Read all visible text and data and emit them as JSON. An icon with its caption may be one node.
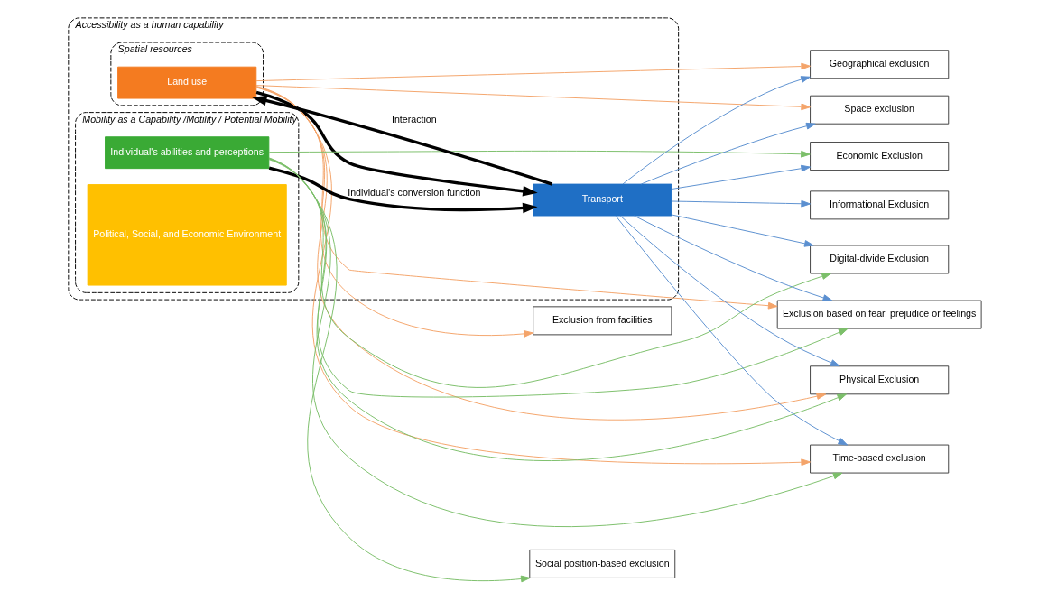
{
  "diagram": {
    "nodes": [
      {
        "text": [
          "Accessibility as a human capability"
        ]
      },
      {
        "text": [
          "Spatial resources"
        ],
        "in": 0
      },
      {
        "text": [
          "Land use"
        ],
        "in": 1
      },
      {
        "text": [
          "Mobility as a Capability /Motility / Potential Mobility"
        ],
        "in": 0
      },
      {
        "text": [
          "Transport"
        ],
        "in": 0
      },
      {
        "text": [
          "Political, Social, and Economic Environment"
        ],
        "in": 3
      },
      {
        "text": [
          "Individual's abilities and perceptions"
        ],
        "in": 3
      },
      {
        "text": [
          "Exclusion from facilities"
        ]
      },
      {
        "text": [
          "Geographical exclusion"
        ]
      },
      {
        "text": [
          "Space exclusion"
        ]
      },
      {
        "text": [
          "Physical Exclusion"
        ]
      },
      {
        "text": [
          "Time-based exclusion"
        ]
      },
      {
        "text": [
          "Exclusion based on fear, prejudice or feelings"
        ]
      },
      {
        "text": [
          "Informational Exclusion"
        ]
      },
      {
        "text": [
          "Economic Exclusion"
        ]
      },
      {
        "text": [
          "Digital-divide Exclusion"
        ]
      },
      {
        "text": [
          "Social position-based exclusion"
        ]
      }
    ],
    "edges": [
      {
        "from": 4,
        "to": 2,
        "arrow": "to",
        "label": "Interaction",
        "style": "thick",
        "color": "#000000"
      },
      {
        "from": 2,
        "to": 4,
        "arrow": "to",
        "style": "thick",
        "color": "#000000"
      },
      {
        "from": 6,
        "to": 4,
        "arrow": "to",
        "label": "Individual's conversion function",
        "style": "thick",
        "color": "#000000"
      },
      {
        "from": 2,
        "to": 7,
        "arrow": "to",
        "color": "#f4a46a"
      },
      {
        "from": 2,
        "to": 8,
        "arrow": "to",
        "color": "#f4a46a"
      },
      {
        "from": 2,
        "to": 9,
        "arrow": "to",
        "color": "#f4a46a"
      },
      {
        "from": 2,
        "to": 10,
        "arrow": "to",
        "color": "#f4a46a"
      },
      {
        "from": 2,
        "to": 11,
        "arrow": "to",
        "color": "#f4a46a"
      },
      {
        "from": 2,
        "to": 12,
        "arrow": "to",
        "color": "#f4a46a"
      },
      {
        "from": 4,
        "to": 8,
        "arrow": "to",
        "color": "#5b8fd0"
      },
      {
        "from": 4,
        "to": 9,
        "arrow": "to",
        "color": "#5b8fd0"
      },
      {
        "from": 4,
        "to": 10,
        "arrow": "to",
        "color": "#5b8fd0"
      },
      {
        "from": 4,
        "to": 11,
        "arrow": "to",
        "color": "#5b8fd0"
      },
      {
        "from": 4,
        "to": 12,
        "arrow": "to",
        "color": "#5b8fd0"
      },
      {
        "from": 4,
        "to": 13,
        "arrow": "to",
        "color": "#5b8fd0"
      },
      {
        "from": 4,
        "to": 14,
        "arrow": "to",
        "color": "#5b8fd0"
      },
      {
        "from": 4,
        "to": 15,
        "arrow": "to",
        "color": "#5b8fd0"
      },
      {
        "from": 6,
        "to": 10,
        "arrow": "to",
        "color": "#7cbf6a"
      },
      {
        "from": 6,
        "to": 11,
        "arrow": "to",
        "color": "#7cbf6a"
      },
      {
        "from": 6,
        "to": 12,
        "arrow": "to",
        "color": "#7cbf6a"
      },
      {
        "from": 6,
        "to": 14,
        "arrow": "to",
        "color": "#7cbf6a"
      },
      {
        "from": 6,
        "to": 15,
        "arrow": "to",
        "color": "#7cbf6a"
      },
      {
        "from": 6,
        "to": 16,
        "arrow": "to",
        "color": "#7cbf6a"
      }
    ]
  }
}
